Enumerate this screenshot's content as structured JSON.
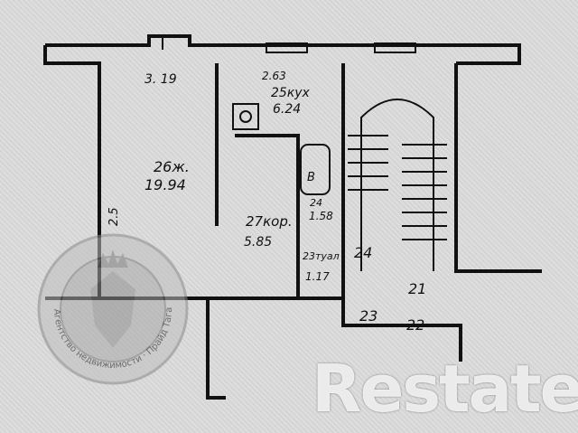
{
  "plan": {
    "room_top_left": "3.   19",
    "room_top_mid": "2.63",
    "kitchen_no": "25кух",
    "kitchen_area": "6.24",
    "room_main_no": "26ж.",
    "room_main_area": "19.94",
    "bath_letter": "В",
    "bath_no": "24",
    "bath_area": "1.58",
    "corridor_no": "27кор.",
    "corridor_area": "5.85",
    "wc_no": "23туал",
    "wc_area": "1.17",
    "side_dim": "2.5",
    "stair_no": "24",
    "landing_21": "21",
    "landing_22": "22",
    "landing_23": "23"
  },
  "watermark": {
    "agency_text": "Агентство недвижимости · Прайд Таганрог",
    "logo_text": "Restate"
  }
}
